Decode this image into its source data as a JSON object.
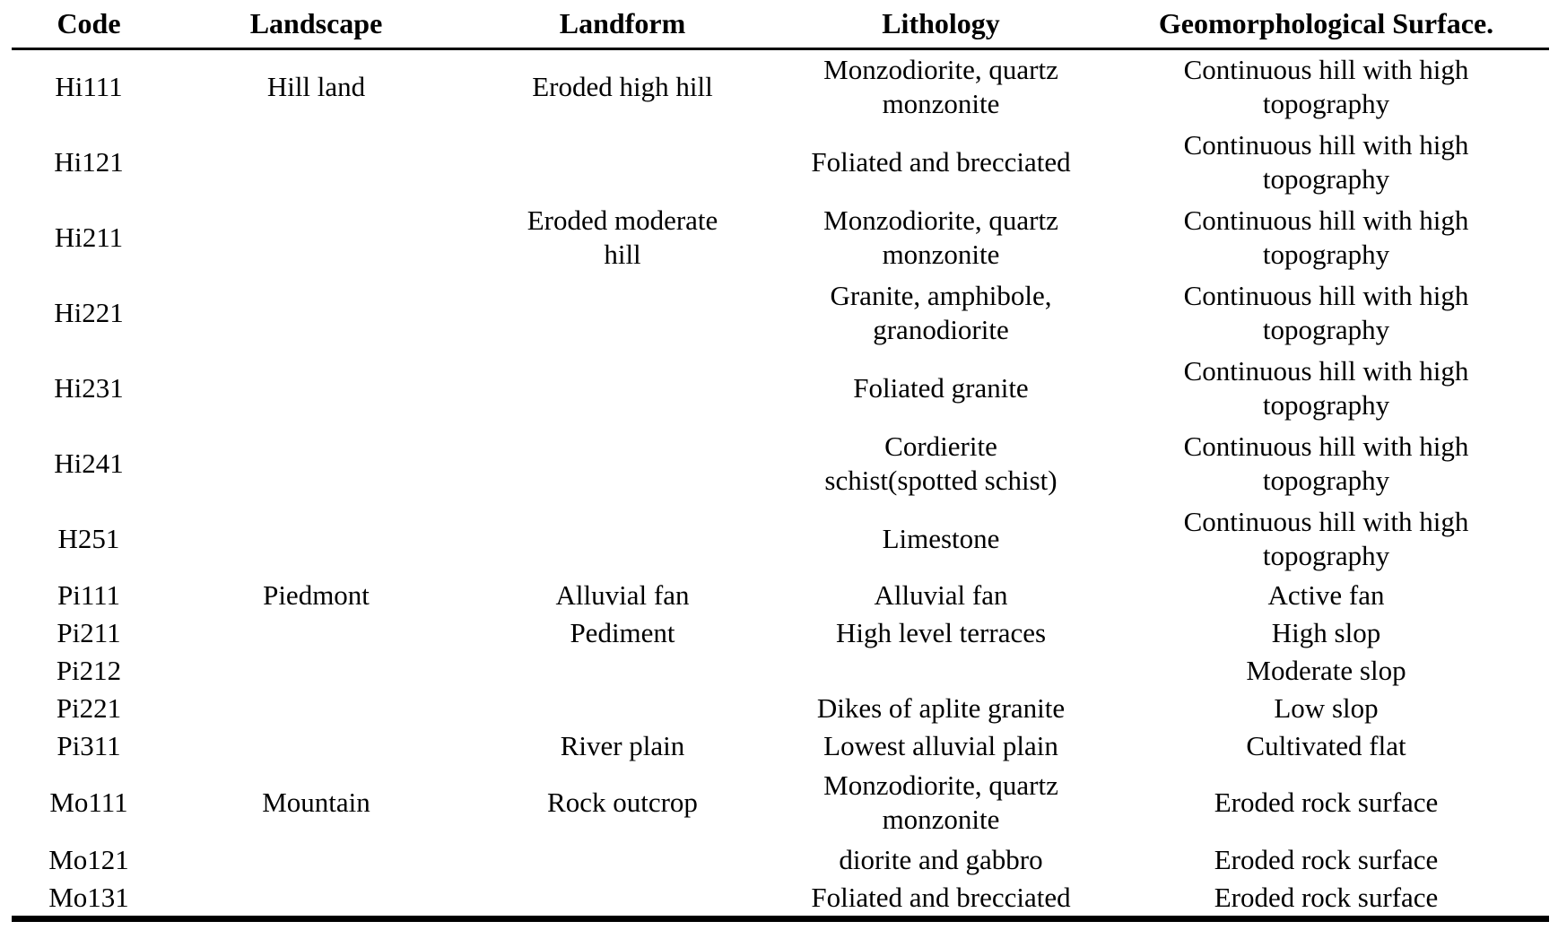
{
  "table": {
    "columns": [
      "Code",
      "Landscape",
      "Landform",
      "Lithology",
      "Geomorphological Surface."
    ],
    "rows": [
      {
        "code": "Hi111",
        "landscape": "Hill land",
        "landform": "Eroded high hill",
        "lithology": "Monzodiorite, quartz\nmonzonite",
        "surface": "Continuous hill with high\ntopography"
      },
      {
        "code": "Hi121",
        "landscape": "",
        "landform": "",
        "lithology": "Foliated and brecciated",
        "surface": "Continuous hill with high\ntopography"
      },
      {
        "code": "Hi211",
        "landscape": "",
        "landform": "Eroded moderate\nhill",
        "lithology": "Monzodiorite, quartz\nmonzonite",
        "surface": "Continuous hill with high\ntopography"
      },
      {
        "code": "Hi221",
        "landscape": "",
        "landform": "",
        "lithology": "Granite, amphibole,\ngranodiorite",
        "surface": "Continuous hill with high\ntopography"
      },
      {
        "code": "Hi231",
        "landscape": "",
        "landform": "",
        "lithology": "Foliated granite",
        "surface": "Continuous hill with high\ntopography"
      },
      {
        "code": "Hi241",
        "landscape": "",
        "landform": "",
        "lithology": "Cordierite\nschist(spotted schist)",
        "surface": "Continuous hill with high\ntopography"
      },
      {
        "code": "H251",
        "landscape": "",
        "landform": "",
        "lithology": "Limestone",
        "surface": "Continuous hill with high\ntopography"
      },
      {
        "code": "Pi111",
        "landscape": "Piedmont",
        "landform": "Alluvial fan",
        "lithology": "Alluvial fan",
        "surface": "Active fan"
      },
      {
        "code": "Pi211",
        "landscape": "",
        "landform": "Pediment",
        "lithology": "High level terraces",
        "surface": "High slop"
      },
      {
        "code": "Pi212",
        "landscape": "",
        "landform": "",
        "lithology": "",
        "surface": "Moderate slop"
      },
      {
        "code": "Pi221",
        "landscape": "",
        "landform": "",
        "lithology": "Dikes of aplite granite",
        "surface": "Low slop"
      },
      {
        "code": "Pi311",
        "landscape": "",
        "landform": "River plain",
        "lithology": "Lowest alluvial plain",
        "surface": "Cultivated flat"
      },
      {
        "code": "Mo111",
        "landscape": "Mountain",
        "landform": "Rock outcrop",
        "lithology": "Monzodiorite, quartz\nmonzonite",
        "surface": "Eroded rock surface"
      },
      {
        "code": "Mo121",
        "landscape": "",
        "landform": "",
        "lithology": "diorite and gabbro",
        "surface": "Eroded rock surface"
      },
      {
        "code": "Mo131",
        "landscape": "",
        "landform": "",
        "lithology": "Foliated and brecciated",
        "surface": "Eroded rock surface"
      }
    ]
  }
}
